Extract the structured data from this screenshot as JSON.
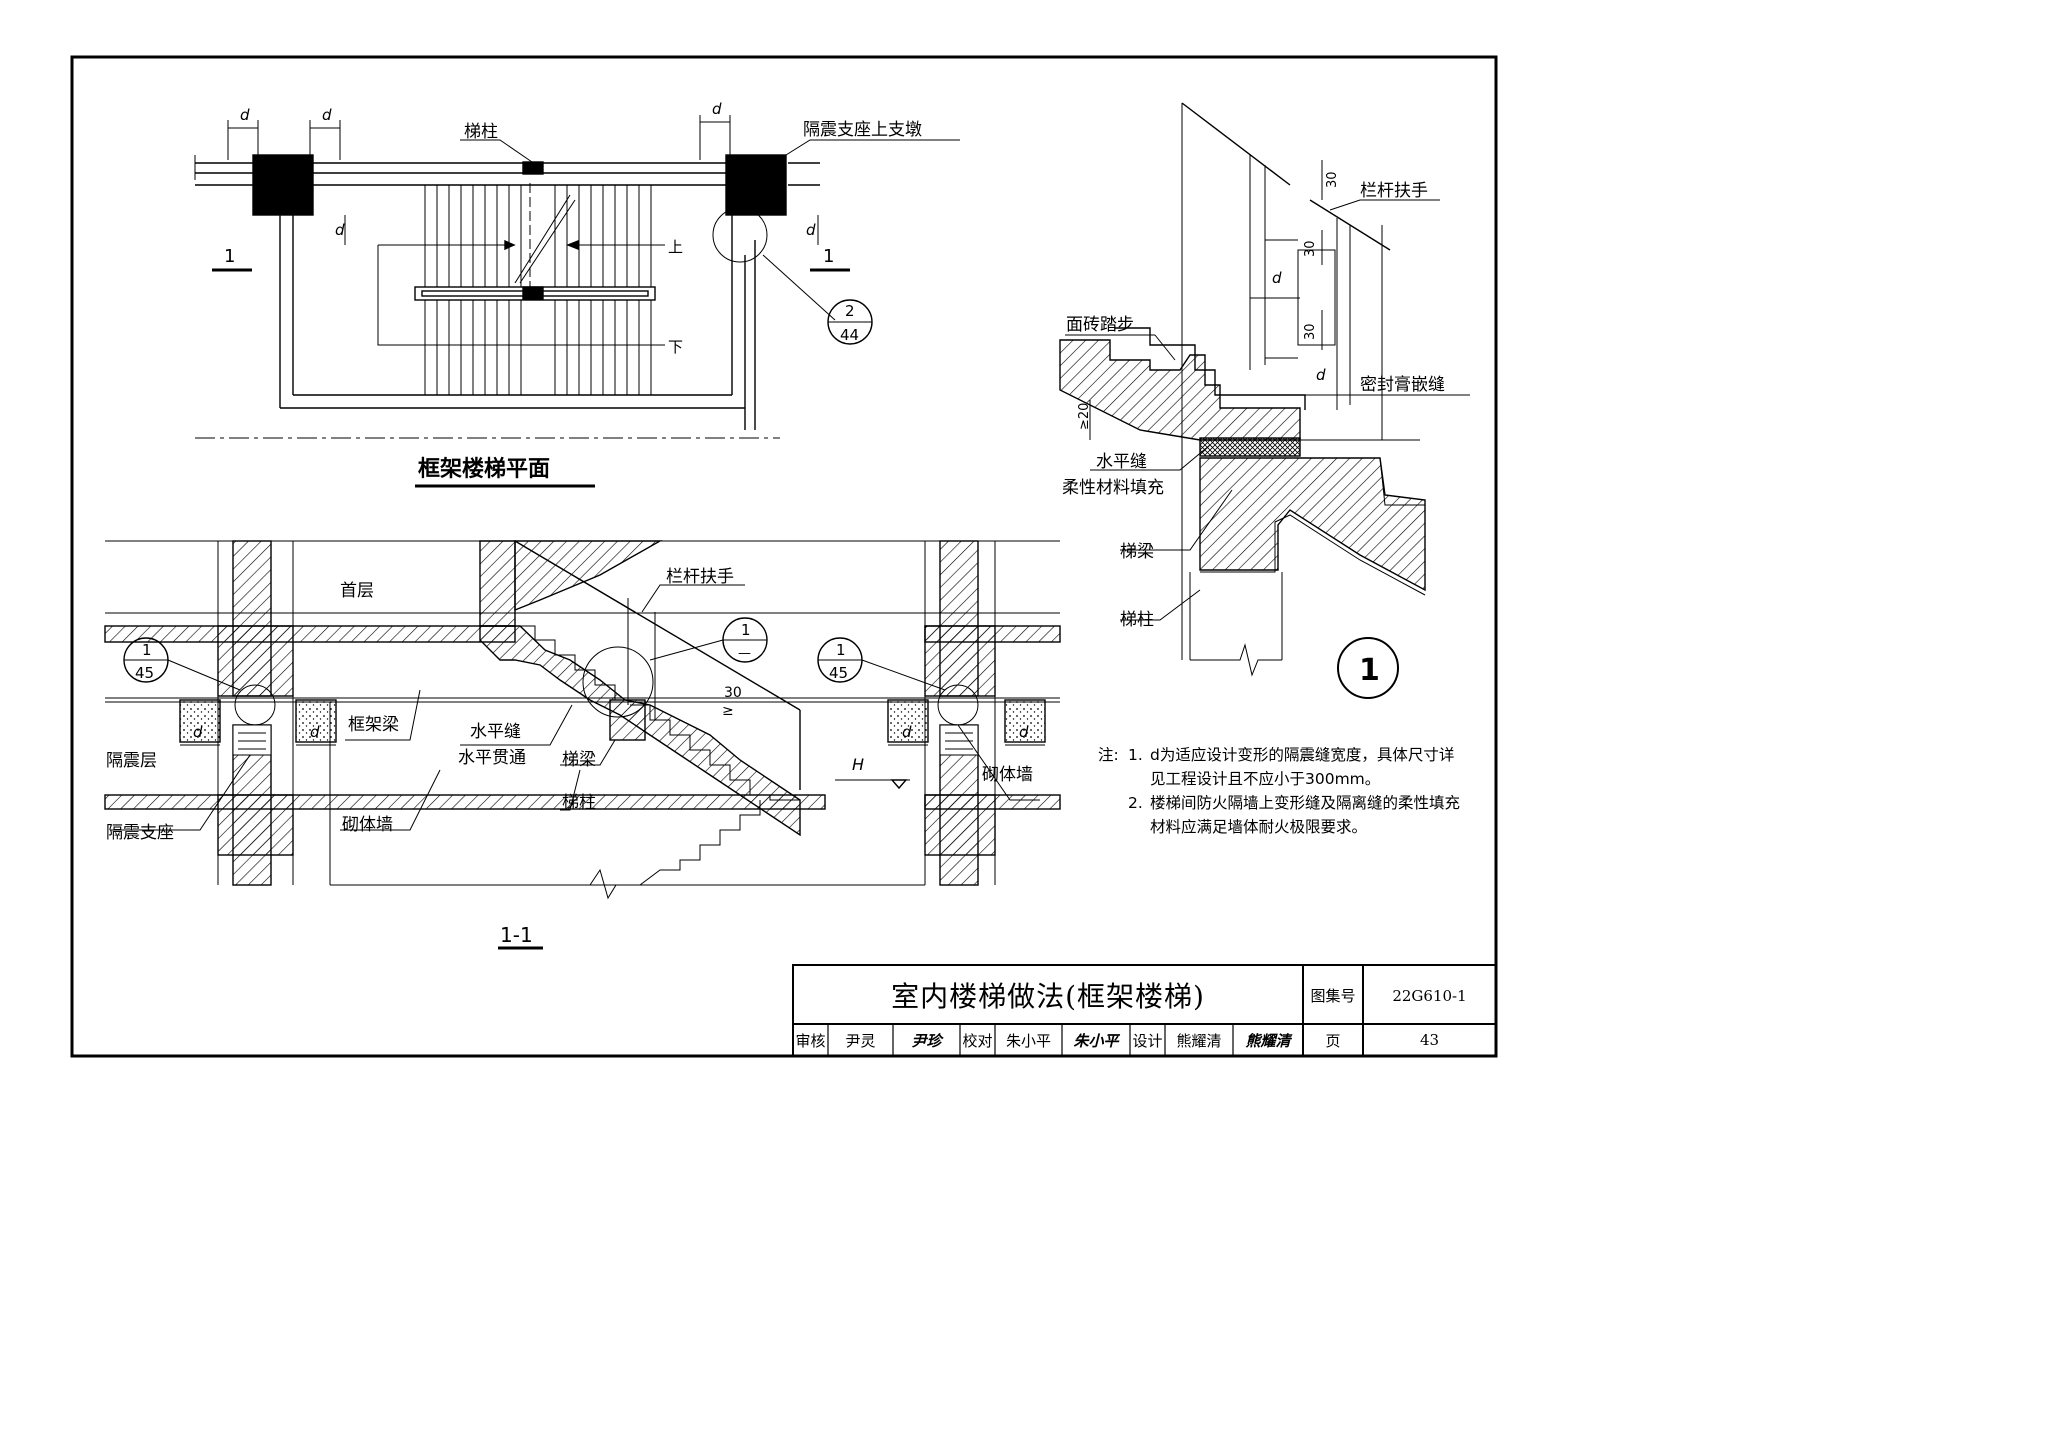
{
  "plan": {
    "title": "框架楼梯平面",
    "label_column": "梯柱",
    "label_pier": "隔震支座上支墩",
    "label_up": "上",
    "label_down": "下",
    "section_mark": "1",
    "detail_ref_num": "2",
    "detail_ref_page": "44",
    "dim_d": "d"
  },
  "section": {
    "title": "1-1",
    "label_first_floor": "首层",
    "label_isolation_layer": "隔震层",
    "label_isolation_bearing": "隔震支座",
    "label_frame_beam": "框架梁",
    "label_horizontal_joint": "水平缝",
    "label_horizontal_through": "水平贯通",
    "label_stair_beam": "梯梁",
    "label_stair_column": "梯柱",
    "label_masonry_wall": "砌体墙",
    "label_railing": "栏杆扶手",
    "label_height": "H",
    "dim_30": "30",
    "dim_ge": "≥",
    "dim_d": "d",
    "ref_left_num": "1",
    "ref_left_page": "45",
    "ref_right_num": "1",
    "ref_right_page": "45",
    "ref_center_num": "1",
    "ref_center_page": "—"
  },
  "detail": {
    "label_railing": "栏杆扶手",
    "label_tile_step": "面砖踏步",
    "label_sealant": "密封膏嵌缝",
    "label_horizontal_joint": "水平缝",
    "label_flexible_fill": "柔性材料填充",
    "label_stair_beam": "梯梁",
    "label_stair_column": "梯柱",
    "dim_30_a": "30",
    "dim_30_b": "30",
    "dim_30_c": "30",
    "dim_ge20": "≥20",
    "dim_d": "d",
    "number": "1"
  },
  "notes": {
    "lead": "注:",
    "items": [
      {
        "num": "1.",
        "text": "d为适应设计变形的隔震缝宽度，具体尺寸详见工程设计且不应小于300mm。"
      },
      {
        "num": "2.",
        "text": "楼梯间防火隔墙上变形缝及隔离缝的柔性填充材料应满足墙体耐火极限要求。"
      }
    ]
  },
  "title_block": {
    "drawing_title": "室内楼梯做法(框架楼梯)",
    "atlas_label": "图集号",
    "atlas_no": "22G610-1",
    "review_label": "审核",
    "reviewer": "尹灵",
    "reviewer_sig": "尹珍",
    "check_label": "校对",
    "checker": "朱小平",
    "checker_sig": "朱小平",
    "design_label": "设计",
    "designer": "熊耀清",
    "designer_sig": "熊耀清",
    "page_label": "页",
    "page_no": "43"
  }
}
